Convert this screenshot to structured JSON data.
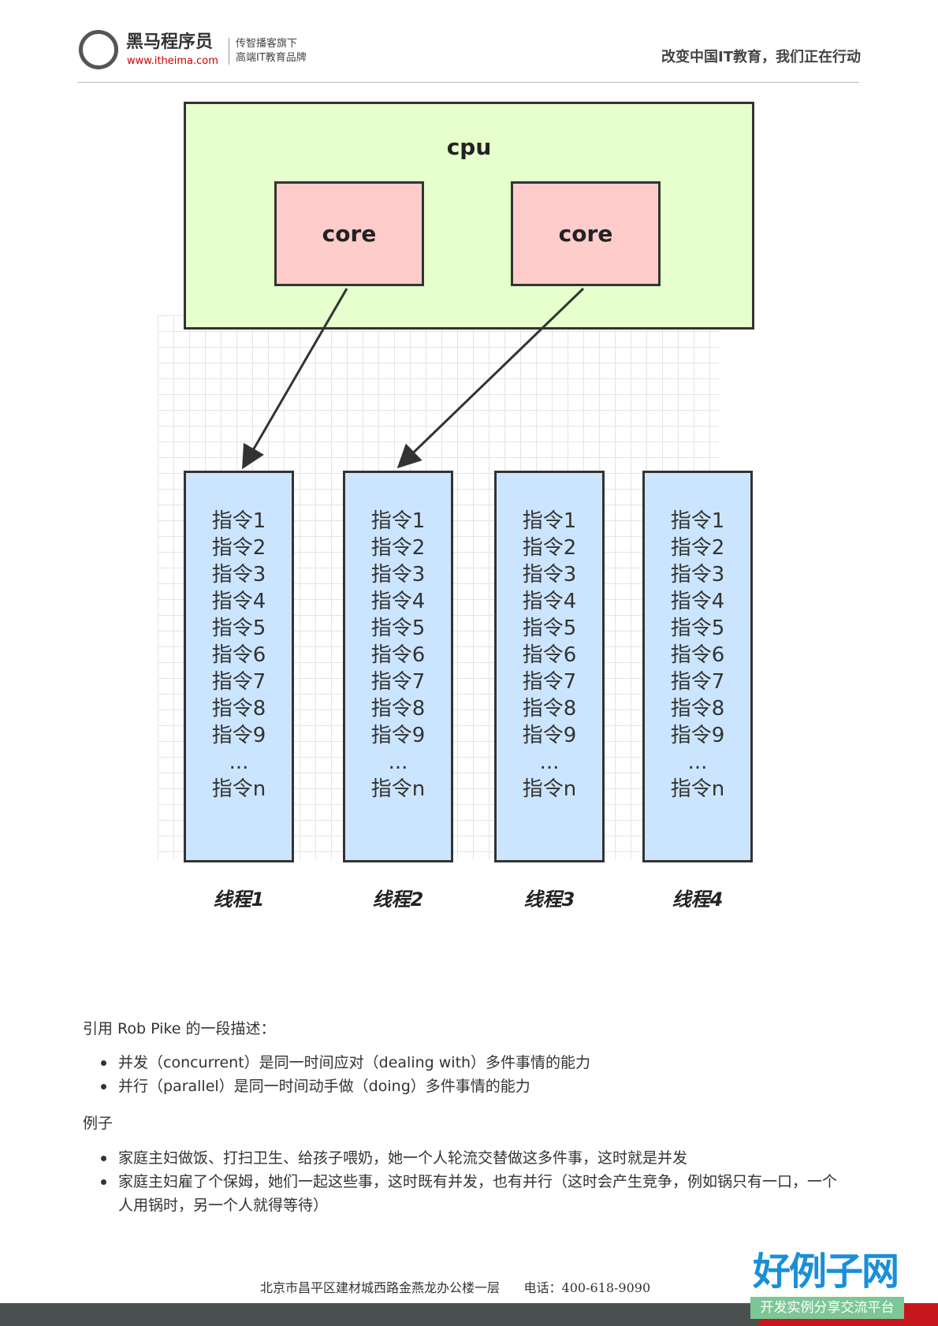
{
  "header": {
    "logo_name": "黑马程序员",
    "logo_url": "www.itheima.com",
    "logo_sub1": "传智播客旗下",
    "logo_sub2": "高端IT教育品牌",
    "slogan": "改变中国IT教育，我们正在行动"
  },
  "diagram": {
    "cpu": "cpu",
    "cores": [
      "core",
      "core"
    ],
    "threads": [
      {
        "label": "线程1",
        "instructions": [
          "指令1",
          "指令2",
          "指令3",
          "指令4",
          "指令5",
          "指令6",
          "指令7",
          "指令8",
          "指令9",
          "...",
          "指令n"
        ]
      },
      {
        "label": "线程2",
        "instructions": [
          "指令1",
          "指令2",
          "指令3",
          "指令4",
          "指令5",
          "指令6",
          "指令7",
          "指令8",
          "指令9",
          "...",
          "指令n"
        ]
      },
      {
        "label": "线程3",
        "instructions": [
          "指令1",
          "指令2",
          "指令3",
          "指令4",
          "指令5",
          "指令6",
          "指令7",
          "指令8",
          "指令9",
          "...",
          "指令n"
        ]
      },
      {
        "label": "线程4",
        "instructions": [
          "指令1",
          "指令2",
          "指令3",
          "指令4",
          "指令5",
          "指令6",
          "指令7",
          "指令8",
          "指令9",
          "...",
          "指令n"
        ]
      }
    ]
  },
  "body": {
    "intro": "引用 Rob Pike 的一段描述：",
    "quotes": [
      "并发（concurrent）是同一时间应对（dealing with）多件事情的能力",
      "并行（parallel）是同一时间动手做（doing）多件事情的能力"
    ],
    "example_heading": "例子",
    "examples": [
      "家庭主妇做饭、打扫卫生、给孩子喂奶，她一个人轮流交替做这多件事，这时就是并发",
      "家庭主妇雇了个保姆，她们一起这些事，这时既有并发，也有并行（这时会产生竞争，例如锅只有一口，一个人用锅时，另一个人就得等待）"
    ]
  },
  "footer": {
    "address": "北京市昌平区建材城西路金燕龙办公楼一层",
    "phone": "电话：400-618-9090",
    "brand": "好例子网",
    "brand_sub": "开发实例分享交流平台"
  }
}
